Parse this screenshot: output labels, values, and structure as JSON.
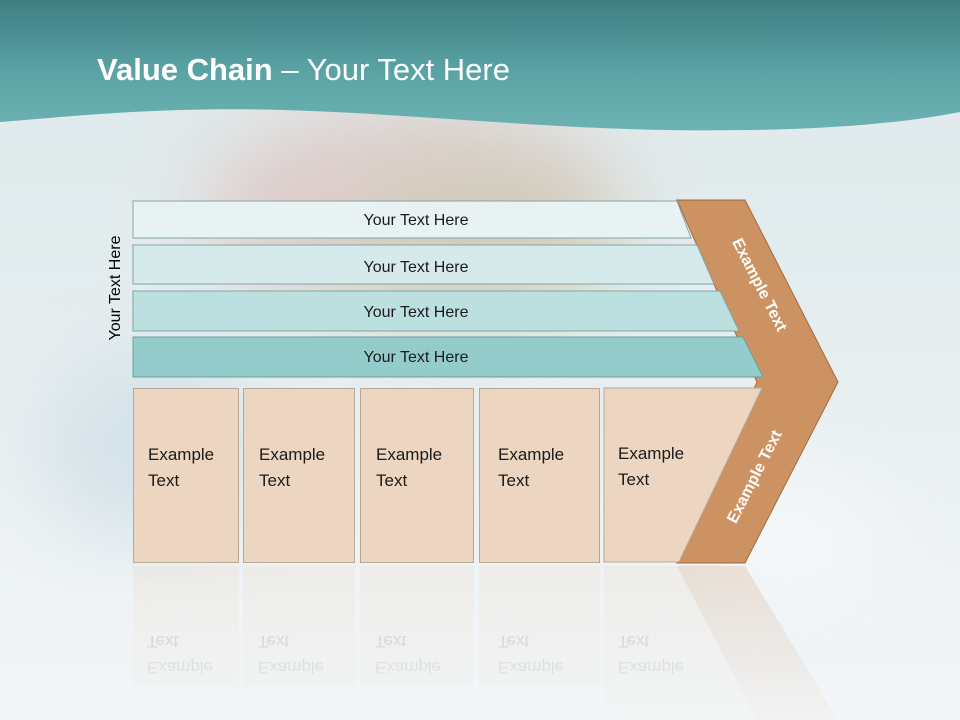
{
  "slide": {
    "title_bold": "Value Chain",
    "title_rest": " – Your Text Here",
    "side_label": "Your Text Here"
  },
  "bars": [
    {
      "label": "Your Text Here"
    },
    {
      "label": "Your Text Here"
    },
    {
      "label": "Your Text Here"
    },
    {
      "label": "Your Text Here"
    }
  ],
  "boxes": [
    {
      "line1": "Example",
      "line2": "Text"
    },
    {
      "line1": "Example",
      "line2": "Text"
    },
    {
      "line1": "Example",
      "line2": "Text"
    },
    {
      "line1": "Example",
      "line2": "Text"
    },
    {
      "line1": "Example",
      "line2": "Text"
    }
  ],
  "chevron": {
    "upper_label": "Example Text",
    "lower_label": "Example Text"
  },
  "colors": {
    "header": "#4f9ea0",
    "bar_1": "#e9f2f3",
    "bar_2": "#d6eaec",
    "bar_3": "#bcdfe0",
    "bar_4": "#93cccb",
    "box": "#ecd5c1",
    "chevron": "#cd9262"
  }
}
